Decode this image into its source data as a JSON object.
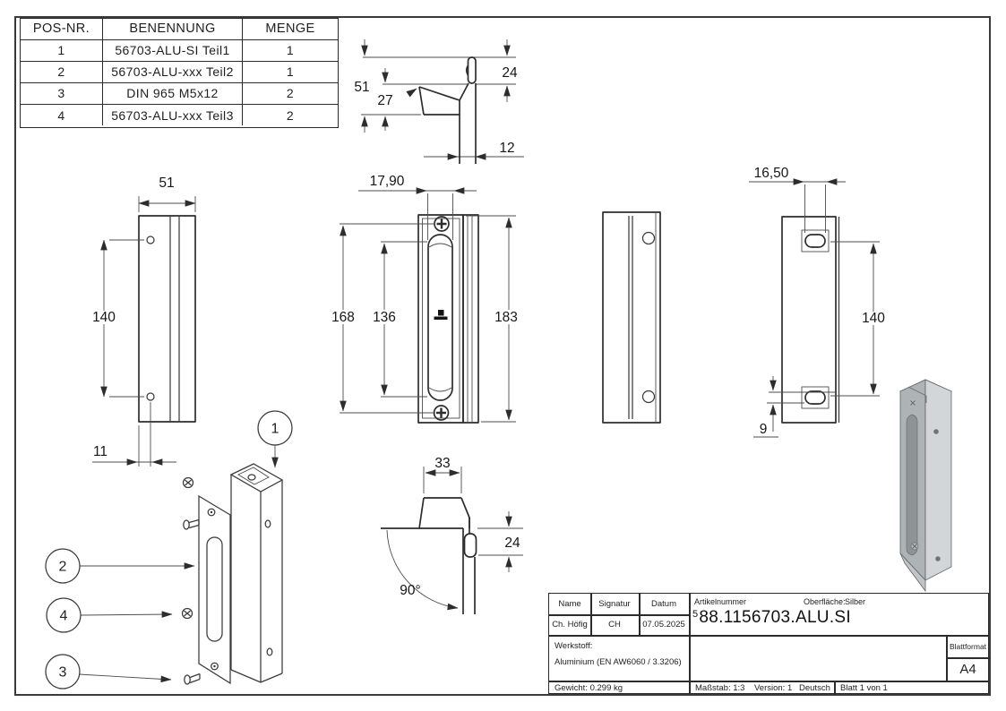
{
  "sheet": {
    "bg": "#ffffff",
    "frame_color": "#3a3a3a",
    "line_color": "#2d2d2d"
  },
  "parts_table": {
    "headers": [
      "POS-NR.",
      "BENENNUNG",
      "MENGE"
    ],
    "rows": [
      [
        "1",
        "56703-ALU-SI Teil1",
        "1"
      ],
      [
        "2",
        "56703-ALU-xxx Teil2",
        "1"
      ],
      [
        "3",
        "DIN 965 M5x12",
        "2"
      ],
      [
        "4",
        "56703-ALU-xxx Teil3",
        "2"
      ]
    ]
  },
  "dims": {
    "top_section": {
      "height_total": "51",
      "height_lower": "27",
      "height_upper": "24",
      "wall": "12"
    },
    "left_view": {
      "width": "51",
      "hole_spacing": "140",
      "hole_offset": "11"
    },
    "front_view": {
      "slot_width": "17,90",
      "screw_spacing": "168",
      "slot_length": "136",
      "total_height": "183"
    },
    "back_view": {
      "slot_width": "16,50",
      "slot_spacing": "140",
      "slot_offset": "9"
    },
    "bottom_section": {
      "width": "33",
      "height": "24",
      "angle": "90°"
    }
  },
  "balloons": {
    "item1": "1",
    "item2": "2",
    "item3": "3",
    "item4": "4"
  },
  "title_block": {
    "name_label": "Name",
    "signature_label": "Signatur",
    "date_label": "Datum",
    "name_value": "Ch. Höfig",
    "signature_value": "CH",
    "date_value": "07.05.2025",
    "article_label": "Artikelnummer",
    "surface_label": "Oberfläche:",
    "surface_value": "Silber",
    "article_prefix": "5",
    "article_number": "88.1156703.ALU.SI",
    "material_label": "Werkstoff:",
    "material_value": "Aluminium (EN AW6060 / 3.3206)",
    "weight": "Gewicht: 0.299 kg",
    "scale": "Maßstab: 1:3",
    "version": "Version: 1",
    "language": "Deutsch",
    "sheet_info": "Blatt 1 von 1",
    "format_label": "Blattformat",
    "format_value": "A4"
  }
}
